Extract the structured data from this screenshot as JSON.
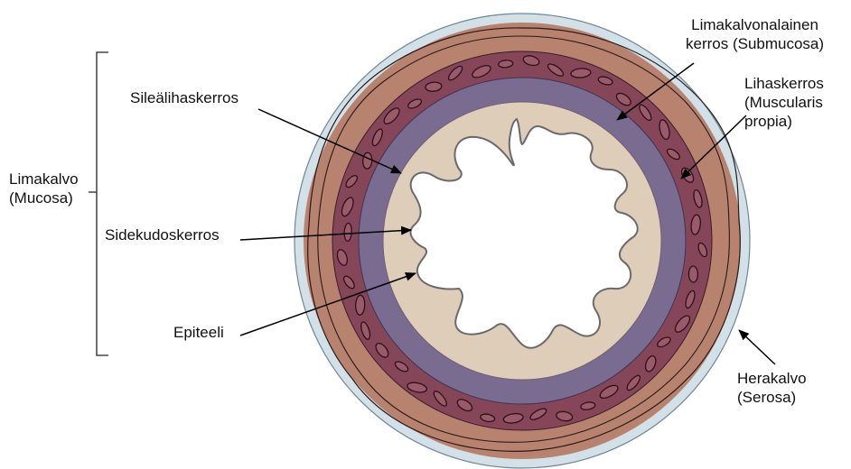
{
  "labels": {
    "mucosa": {
      "line1": "Limakalvo",
      "line2": "(Mucosa)"
    },
    "smooth_muscle": "Sileälihaskerros",
    "connective_tissue": "Sidekudoskerros",
    "epithelium": "Epiteeli",
    "submucosa": {
      "line1": "Limakalvonalainen",
      "line2": "kerros (Submucosa)"
    },
    "muscularis": {
      "line1": "Lihaskerros",
      "line2": "(Muscularis",
      "line3": "propia)"
    },
    "serosa": {
      "line1": "Herakalvo",
      "line2": "(Serosa)"
    }
  },
  "colors": {
    "serosa_rim": "#d2e0e8",
    "outer_muscle": "#b7826e",
    "submucosa": "#854659",
    "smooth_muscle": "#7a6b90",
    "lamina_propria": "#decdb9",
    "lumen": "#ffffff",
    "outline": "#2b1a1a",
    "arrow": "#000000"
  }
}
